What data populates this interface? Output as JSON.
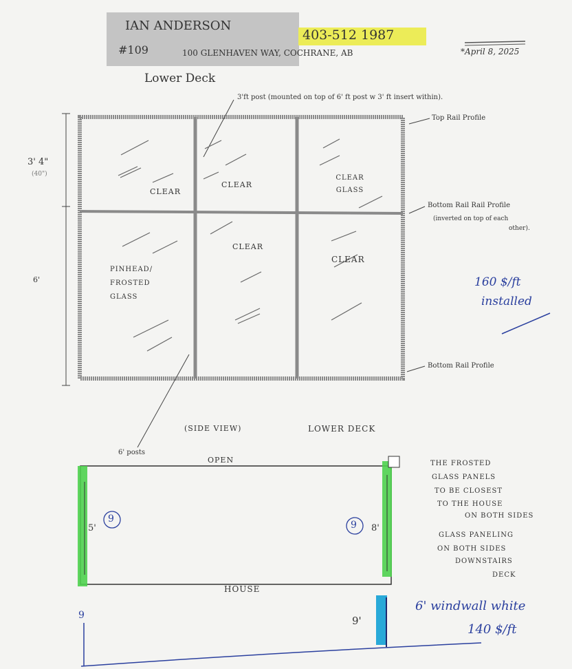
{
  "header": {
    "name": "IAN ANDERSON",
    "phone": "403-512 1987",
    "unit": "#109",
    "address": "100 GLENHAVEN WAY, COCHRANE, AB",
    "date": "*April 8, 2025"
  },
  "top_drawing": {
    "title": "Lower Deck",
    "post_note": "3'ft post (mounted on top of 6' ft post w 3' ft insert within).",
    "top_rail": "Top Rail Profile",
    "mid_rail": "Bottom Rail Rail Profile",
    "mid_rail_note_1": "(inverted on top of each",
    "mid_rail_note_2": "other).",
    "bottom_rail": "Bottom Rail Profile",
    "height_top": "3' 4\"",
    "height_top_sub": "(40\")",
    "height_total": "6'",
    "panels": [
      "CLEAR",
      "CLEAR",
      "CLEAR GLASS",
      "PINHEAD/ FROSTED GLASS",
      "CLEAR",
      "CLEAR"
    ],
    "price_1": "160 $/ft",
    "price_2": "installed",
    "side_view": "(SIDE VIEW)",
    "lower_deck_label": "LOWER DECK",
    "posts_label": "6' posts"
  },
  "plan_view": {
    "open_label": "OPEN",
    "house_label": "HOUSE",
    "left_count": "9",
    "right_count": "9",
    "left_dim": "5'",
    "right_dim": "8'"
  },
  "notes": [
    "THE FROSTED",
    "GLASS PANELS",
    "TO BE CLOSEST",
    "TO THE HOUSE",
    "ON BOTH SIDES",
    "GLASS PANELING",
    "ON BOTH SIDES",
    "DOWNSTAIRS",
    "DECK"
  ],
  "bottom": {
    "left_height": "9",
    "right_height": "9'",
    "windwall_1": "6' windwall white",
    "windwall_2": "140 $/ft"
  },
  "colors": {
    "highlight_yellow": "#ecec58",
    "highlight_green": "#4fd14f",
    "highlight_blue": "#29a9d8",
    "ink_blue": "#2a3f9e"
  }
}
